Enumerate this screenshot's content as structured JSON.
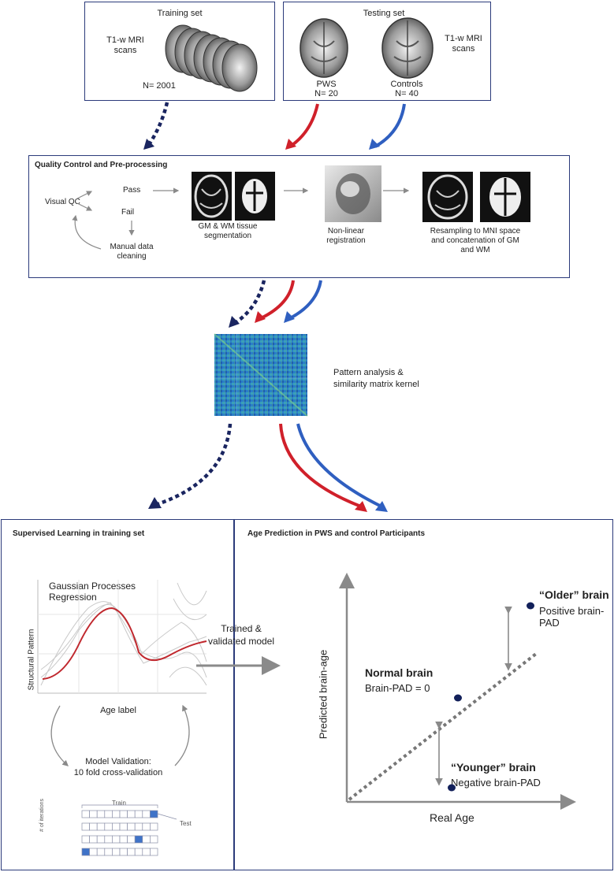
{
  "training_set": {
    "title": "Training set",
    "scan_label": "T1-w MRI\nscans",
    "count": "N= 2001"
  },
  "testing_set": {
    "title": "Testing set",
    "scan_label": "T1-w MRI\nscans",
    "pws_label": "PWS",
    "pws_count": "N= 20",
    "controls_label": "Controls",
    "controls_count": "N= 40"
  },
  "qc": {
    "title": "Quality Control and Pre-processing",
    "visual_qc": "Visual QC",
    "pass": "Pass",
    "fail": "Fail",
    "manual": "Manual data\ncleaning",
    "segmentation": "GM & WM tissue\nsegmentation",
    "registration": "Non-linear\nregistration",
    "resampling": "Resampling to MNI space\nand concatenation of GM\nand WM",
    "plus": "+"
  },
  "pattern": {
    "label": "Pattern analysis &\nsimilarity matrix kernel"
  },
  "supervised": {
    "title": "Supervised Learning in training set",
    "gpr": "Gaussian Processes\nRegression",
    "y_axis": "Structural Pattern",
    "x_axis": "Age label",
    "validation": "Model Validation:\n10 fold cross-validation",
    "train": "Train",
    "test": "Test",
    "iterations": "# of iterations",
    "dots": "..."
  },
  "model_arrow": {
    "label": "Trained &\nvalidated model"
  },
  "prediction": {
    "title": "Age Prediction in PWS and control Participants",
    "older_title": "“Older” brain",
    "older_sub": "Positive brain-PAD",
    "normal_title": "Normal brain",
    "normal_sub": "Brain-PAD = 0",
    "younger_title": "“Younger” brain",
    "younger_sub": "Negative brain-PAD",
    "x_axis": "Real Age",
    "y_axis": "Predicted brain-age"
  },
  "colors": {
    "border": "#2b3a7a",
    "train_arrow": "#1a2560",
    "pws_arrow": "#d0202a",
    "controls_arrow": "#2f5fc0",
    "grey_arrow": "#8a8a8a",
    "gpr_curve": "#c0282e"
  }
}
